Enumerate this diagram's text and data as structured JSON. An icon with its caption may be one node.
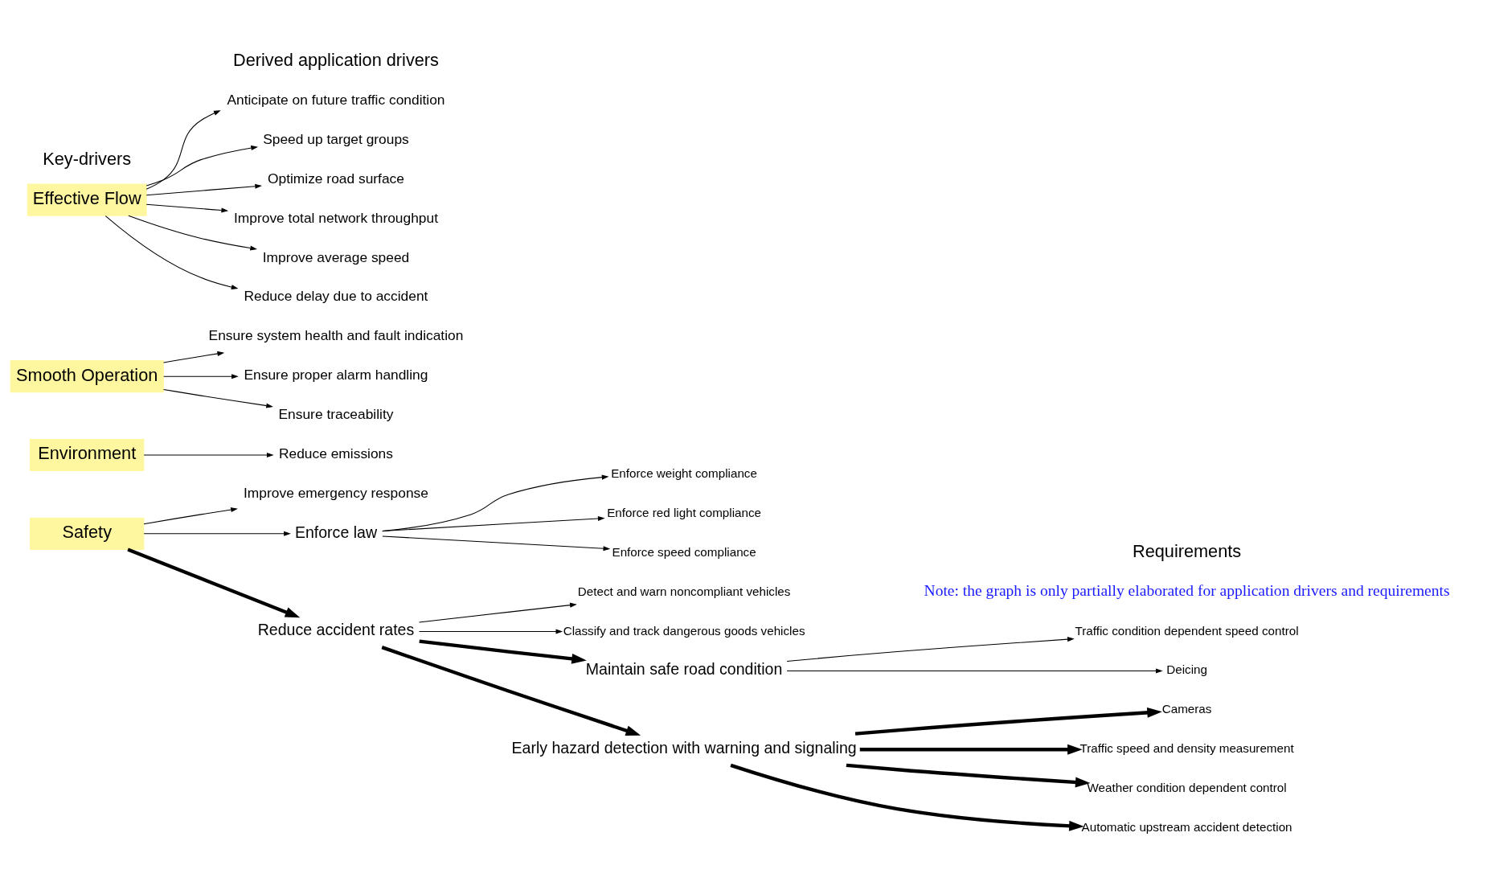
{
  "diagram": {
    "nodes": [
      {
        "text": [
          "Safety"
        ]
      },
      {
        "text": [
          "Reduce accident rates"
        ]
      },
      {
        "text": [
          "Enforce law"
        ]
      },
      {
        "text": [
          "Improve emergency response"
        ]
      },
      {
        "text": [
          "Effective Flow"
        ]
      },
      {
        "text": [
          "Reduce delay due to accident"
        ]
      },
      {
        "text": [
          "Improve average speed"
        ]
      },
      {
        "text": [
          "Improve total network throughput"
        ]
      },
      {
        "text": [
          "Optimize road surface"
        ]
      },
      {
        "text": [
          "Speed up target groups"
        ]
      },
      {
        "text": [
          "Anticipate on future traffic condition"
        ]
      },
      {
        "text": [
          "Smooth Operation"
        ]
      },
      {
        "text": [
          "Ensure traceability"
        ]
      },
      {
        "text": [
          "Ensure proper alarm handling"
        ]
      },
      {
        "text": [
          "Ensure system health and fault indication"
        ]
      },
      {
        "text": [
          "Environment"
        ]
      },
      {
        "text": [
          "Reduce emissions"
        ]
      },
      {
        "text": [
          "Early hazard detection with warning and signaling"
        ]
      },
      {
        "text": [
          "Maintain safe road condition"
        ]
      },
      {
        "text": [
          "Classify and track dangerous goods vehicles"
        ]
      },
      {
        "text": [
          "Detect and warn noncompliant vehicles"
        ]
      },
      {
        "text": [
          "Enforce speed compliance"
        ]
      },
      {
        "text": [
          "Enforce red light compliance"
        ]
      },
      {
        "text": [
          "Enforce weight compliance"
        ]
      },
      {
        "text": [
          "Automatic upstream accident detection"
        ]
      },
      {
        "text": [
          "Weather condition dependent control"
        ]
      },
      {
        "text": [
          "Traffic speed and density measurement"
        ]
      },
      {
        "text": [
          "Cameras"
        ]
      },
      {
        "text": [
          "Deicing"
        ]
      },
      {
        "text": [
          "Traffic condition dependent speed control"
        ]
      }
    ],
    "edges": [
      {
        "from": 0,
        "to": 1,
        "arrow": "to",
        "style": "thick"
      },
      {
        "from": 0,
        "to": 2,
        "arrow": "to"
      },
      {
        "from": 0,
        "to": 3,
        "arrow": "to"
      },
      {
        "from": 4,
        "to": 5,
        "arrow": "to"
      },
      {
        "from": 4,
        "to": 6,
        "arrow": "to"
      },
      {
        "from": 4,
        "to": 7,
        "arrow": "to"
      },
      {
        "from": 4,
        "to": 8,
        "arrow": "to"
      },
      {
        "from": 4,
        "to": 9,
        "arrow": "to"
      },
      {
        "from": 4,
        "to": 10,
        "arrow": "to"
      },
      {
        "from": 11,
        "to": 12,
        "arrow": "to"
      },
      {
        "from": 11,
        "to": 13,
        "arrow": "to"
      },
      {
        "from": 11,
        "to": 14,
        "arrow": "to"
      },
      {
        "from": 15,
        "to": 16,
        "arrow": "to"
      },
      {
        "from": 1,
        "to": 17,
        "arrow": "to",
        "style": "thick"
      },
      {
        "from": 1,
        "to": 18,
        "arrow": "to",
        "style": "thick"
      },
      {
        "from": 1,
        "to": 19,
        "arrow": "to"
      },
      {
        "from": 1,
        "to": 20,
        "arrow": "to"
      },
      {
        "from": 2,
        "to": 21,
        "arrow": "to"
      },
      {
        "from": 2,
        "to": 22,
        "arrow": "to"
      },
      {
        "from": 2,
        "to": 23,
        "arrow": "to"
      },
      {
        "from": 17,
        "to": 24,
        "arrow": "to",
        "style": "thick"
      },
      {
        "from": 17,
        "to": 25,
        "arrow": "to",
        "style": "thick"
      },
      {
        "from": 17,
        "to": 26,
        "arrow": "to",
        "style": "thick"
      },
      {
        "from": 17,
        "to": 27,
        "arrow": "to",
        "style": "thick"
      },
      {
        "from": 18,
        "to": 28,
        "arrow": "to"
      },
      {
        "from": 18,
        "to": 29,
        "arrow": "to"
      }
    ],
    "labels": [
      "Key-drivers",
      "Derived application drivers",
      "Requirements",
      "Note: the graph is only partially elaborated for application drivers and requirements"
    ]
  }
}
